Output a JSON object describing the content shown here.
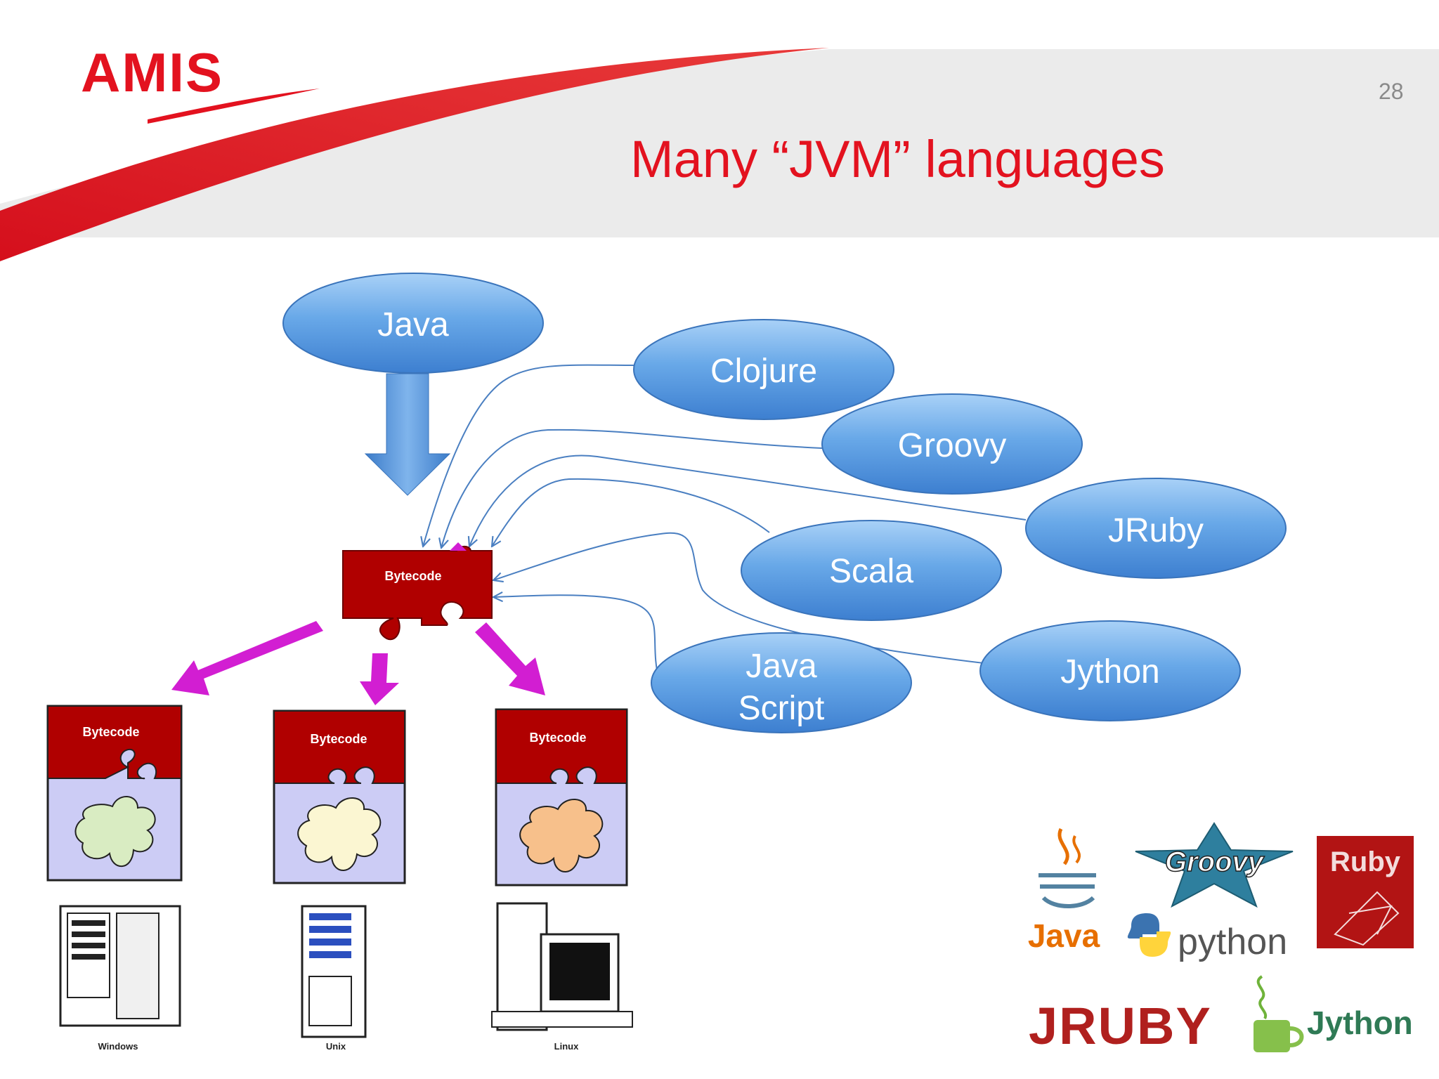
{
  "header": {
    "brand": "AMIS",
    "page_number": "28",
    "title": "Many “JVM” languages"
  },
  "diagram": {
    "source_language": "Java",
    "bytecode_label": "Bytecode",
    "jvm_languages": [
      {
        "name": "Clojure"
      },
      {
        "name": "Groovy"
      },
      {
        "name": "JRuby"
      },
      {
        "name": "Scala"
      },
      {
        "name": "Java Script",
        "line1": "Java",
        "line2": "Script"
      },
      {
        "name": "Jython"
      }
    ],
    "platforms": [
      {
        "label": "Bytecode",
        "os": "Windows"
      },
      {
        "label": "Bytecode",
        "os": "Unix"
      },
      {
        "label": "Bytecode",
        "os": "Linux"
      }
    ]
  },
  "logos": {
    "java": "Java",
    "groovy": "Groovy",
    "ruby": "Ruby",
    "python": "python",
    "jruby": "JRUBY",
    "jython": "Jython"
  },
  "colors": {
    "brand_red": "#e3121f",
    "ellipse_blue": "#5b9ee0",
    "bytecode_red": "#b00000",
    "arrow_magenta": "#d21ed2",
    "connector_blue": "#4a7fc1"
  }
}
